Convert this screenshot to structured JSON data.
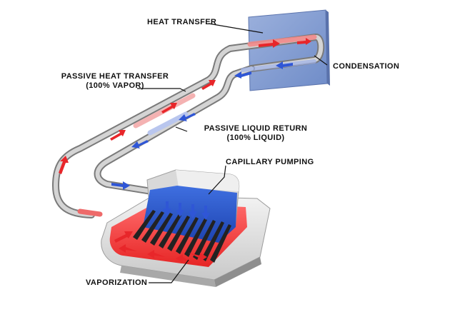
{
  "labels": {
    "heat_transfer": "HEAT TRANSFER",
    "condensation": "CONDENSATION",
    "passive_heat_transfer_line1": "PASSIVE HEAT TRANSFER",
    "passive_heat_transfer_line2": "(100% VAPOR)",
    "passive_liquid_return_line1": "PASSIVE LIQUID RETURN",
    "passive_liquid_return_line2": "(100% LIQUID)",
    "capillary_pumping": "CAPILLARY PUMPING",
    "vaporization": "VAPORIZATION"
  },
  "colors": {
    "vapor": "#e8262a",
    "liquid": "#2f56d6",
    "condenser_plate": "#7f9bd1",
    "pipe": "#b8b8b8",
    "evaporator_body": "#e6e6e6",
    "wick": "#2a57c9",
    "heat_zone": "#f24a4a"
  },
  "icons": {
    "vapor_flow": "red-arrow-icon",
    "liquid_flow": "blue-arrow-icon"
  }
}
